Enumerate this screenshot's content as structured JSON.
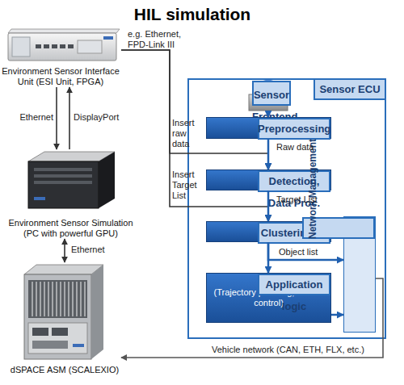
{
  "diagram": {
    "title": "HIL simulation",
    "nodes": [
      {
        "text": [
          "Environment Sensor Interface Unit (ESI Unit, FPGA)"
        ]
      },
      {
        "text": [
          "Environment Sensor Simulation (PC with powerful GPU)"
        ]
      },
      {
        "text": [
          "dSPACE ASM (SCALEXIO)"
        ]
      },
      {
        "text": [
          "Sensor ECU"
        ]
      },
      {
        "text": [
          "Sensor Frontend"
        ],
        "in": 3
      },
      {
        "text": [
          "Preprocessing"
        ],
        "in": 3
      },
      {
        "text": [
          "Detection, Data Proc."
        ],
        "in": 3
      },
      {
        "text": [
          "Clustering, ..."
        ],
        "in": 3
      },
      {
        "text": [
          "Application logic",
          "(Trajectory planning, Motion control)"
        ],
        "in": 3
      },
      {
        "text": [
          "Network Management"
        ],
        "in": 3
      }
    ],
    "edges": [
      {
        "from": 0,
        "to": 1,
        "label": "Ethernet",
        "arrow": "to"
      },
      {
        "from": 1,
        "to": 0,
        "label": "DisplayPort",
        "arrow": "to"
      },
      {
        "from": 1,
        "to": 2,
        "label": "Ethernet",
        "arrow": "both"
      },
      {
        "from": 0,
        "to": 6,
        "label": "Insert raw data",
        "arrow": "to"
      },
      {
        "from": 0,
        "to": 7,
        "label": "Insert Target List",
        "arrow": "to"
      },
      {
        "from": 4,
        "to": 5,
        "arrow": "to"
      },
      {
        "from": 5,
        "to": 6,
        "label": "Raw data",
        "arrow": "to"
      },
      {
        "from": 6,
        "to": 7,
        "label": "Target List",
        "arrow": "to"
      },
      {
        "from": 7,
        "to": 8,
        "arrow": "to"
      },
      {
        "from": 7,
        "to": 9,
        "label": "Object list",
        "arrow": "to"
      },
      {
        "from": 8,
        "to": 9,
        "arrow": "to"
      },
      {
        "from": 9,
        "to": 2,
        "label": "Vehicle network (CAN, ETH, FLX, etc.)",
        "arrow": "to"
      }
    ],
    "labels": [
      "e.g. Ethernet, FPD-Link III"
    ]
  }
}
